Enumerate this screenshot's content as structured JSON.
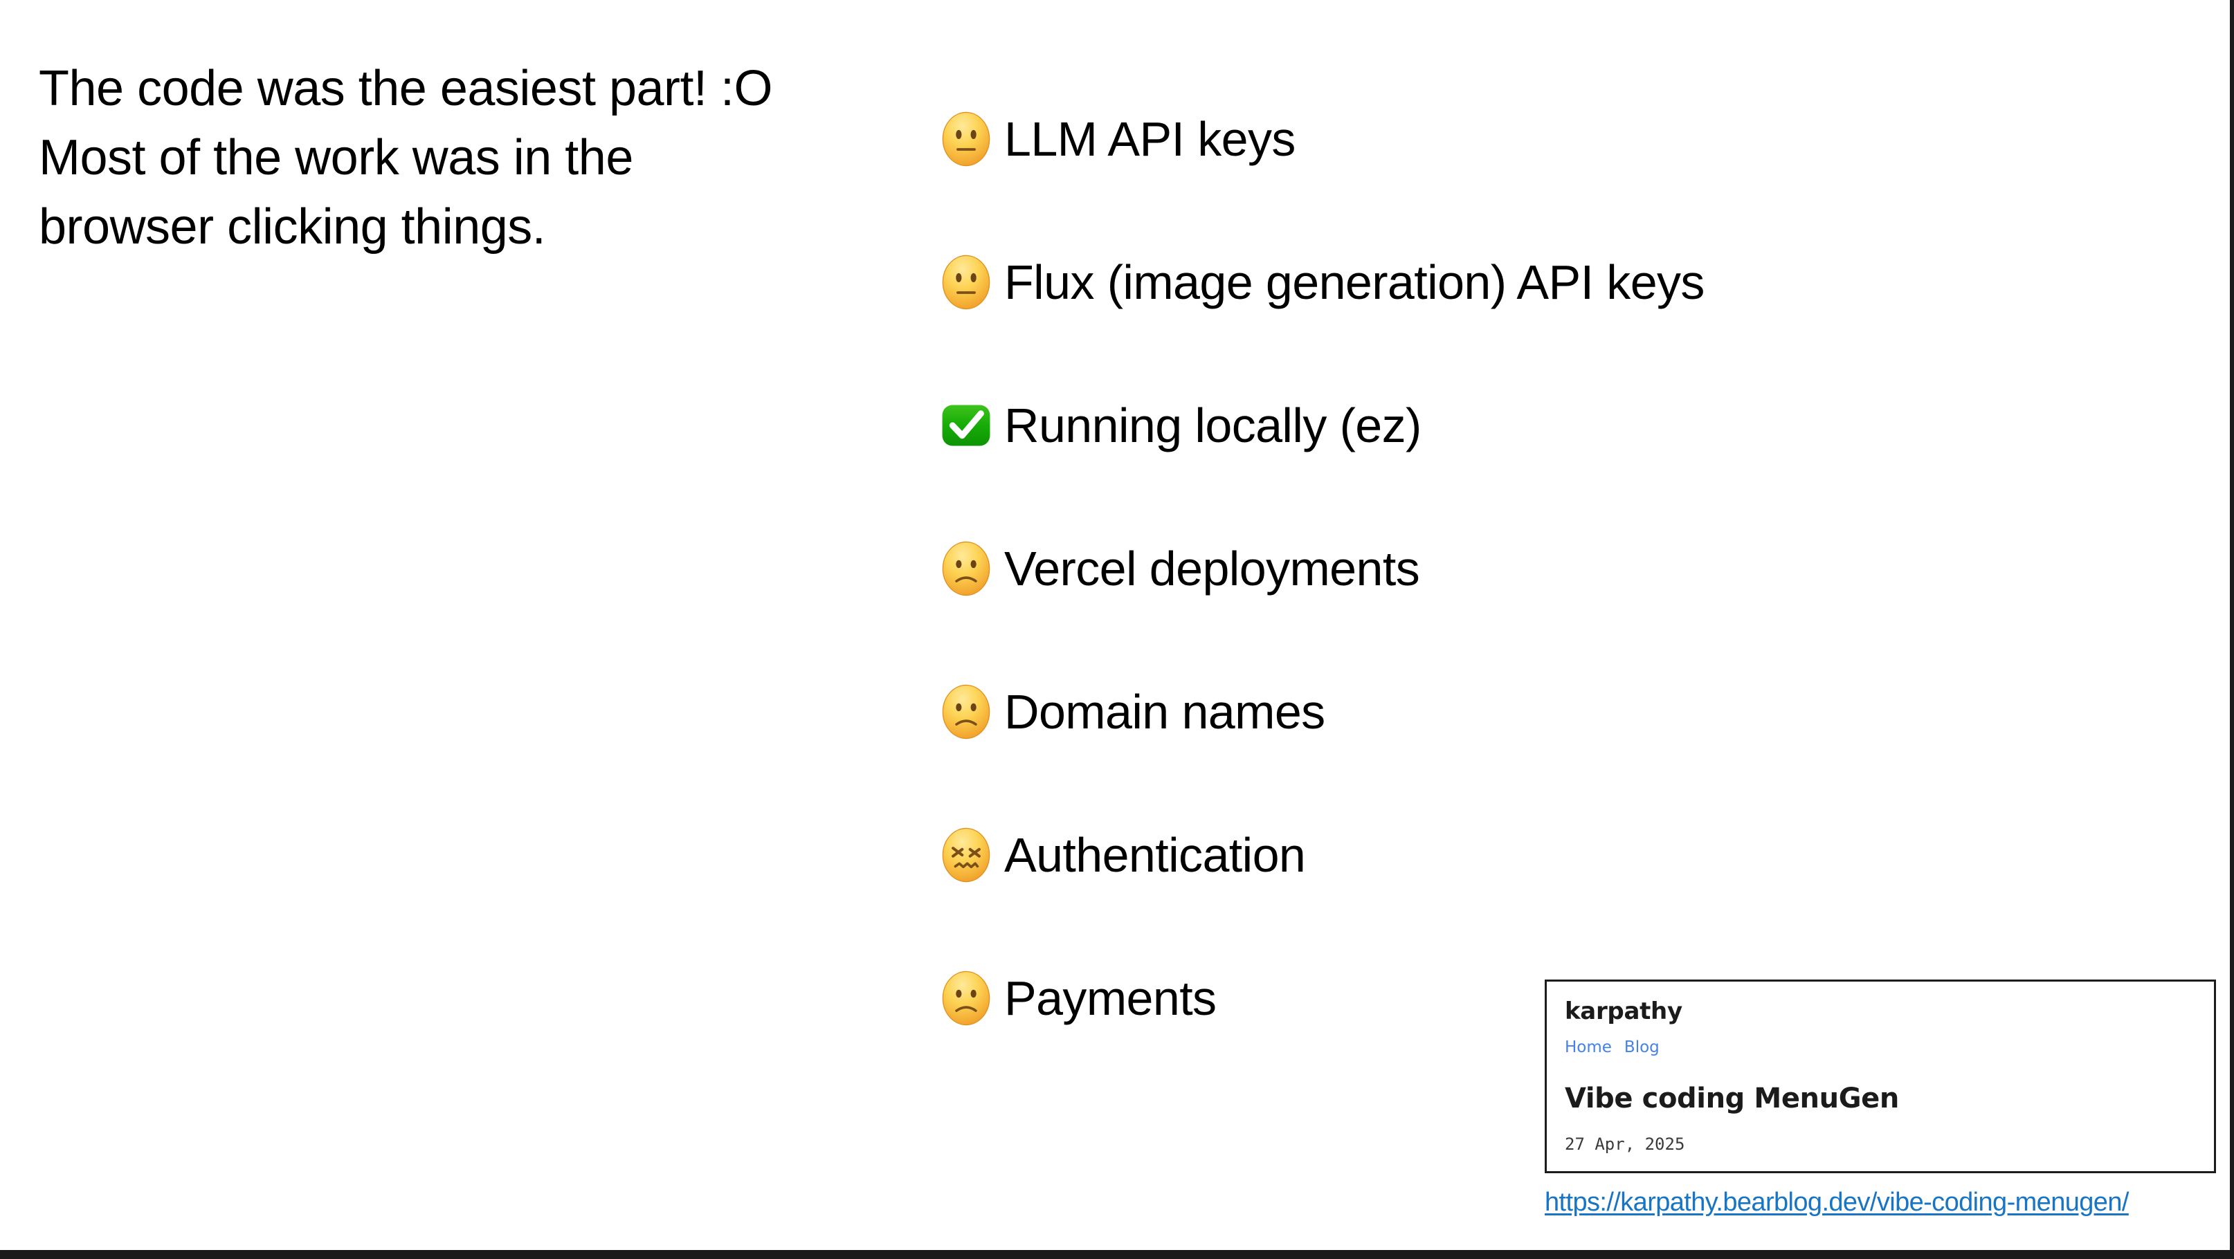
{
  "slide": {
    "background_color": "#ffffff",
    "border_color": "#1b1b1b"
  },
  "narrative": {
    "lines": [
      "The code was the easiest part! :O",
      "Most of the work was in the",
      "browser clicking things."
    ]
  },
  "checklist": {
    "items": [
      {
        "emoji": "neutral-face",
        "emoji_char": "😐",
        "label": "LLM API keys"
      },
      {
        "emoji": "neutral-face",
        "emoji_char": "😐",
        "label": "Flux (image generation) API keys"
      },
      {
        "emoji": "white-check-mark",
        "emoji_char": "✅",
        "label": "Running locally (ez)"
      },
      {
        "emoji": "slightly-frowning-face",
        "emoji_char": "🙁",
        "label": "Vercel deployments"
      },
      {
        "emoji": "slightly-frowning-face",
        "emoji_char": "🙁",
        "label": "Domain names"
      },
      {
        "emoji": "confounded-face",
        "emoji_char": "😖",
        "label": "Authentication"
      },
      {
        "emoji": "slightly-frowning-face",
        "emoji_char": "🙁",
        "label": "Payments"
      }
    ]
  },
  "blog_inset": {
    "site_title": "karpathy",
    "nav": [
      {
        "label": "Home"
      },
      {
        "label": "Blog"
      }
    ],
    "post_title": "Vibe coding MenuGen",
    "post_date": "27 Apr, 2025",
    "url": "https://karpathy.bearblog.dev/vibe-coding-menugen/",
    "link_color": "#4581e8",
    "url_color": "#1874c4"
  }
}
